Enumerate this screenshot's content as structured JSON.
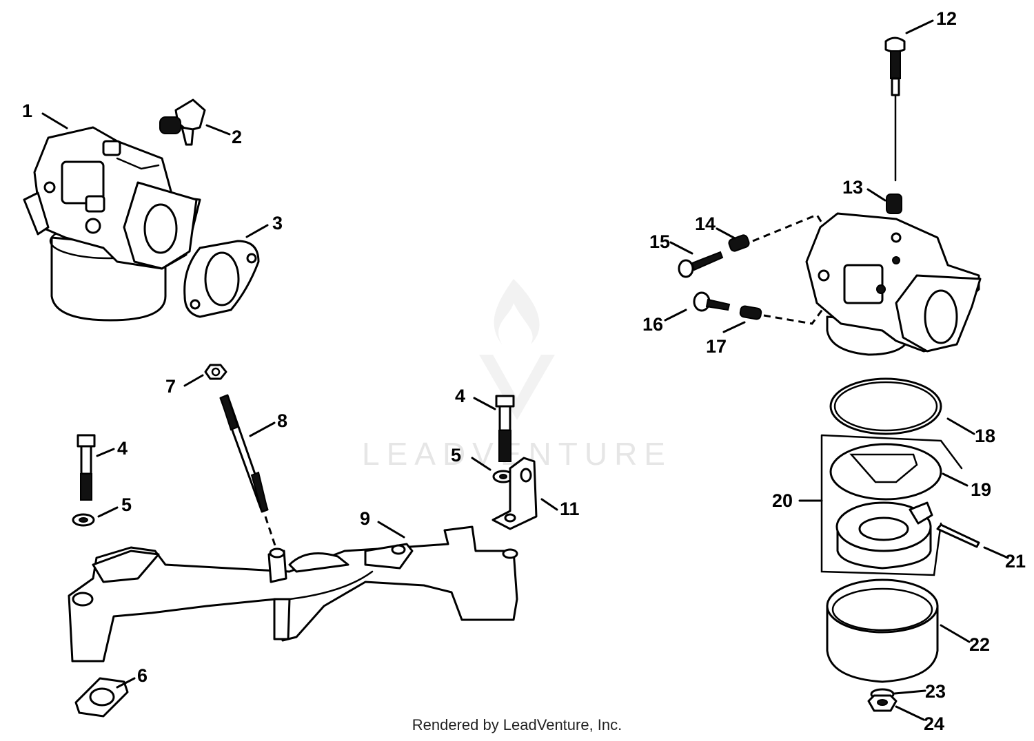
{
  "watermark": {
    "text": "LEADVENTURE"
  },
  "footer": {
    "credit": "Rendered by LeadVenture, Inc."
  },
  "callouts": {
    "c1": "1",
    "c2": "2",
    "c3": "3",
    "c4a": "4",
    "c4b": "4",
    "c5a": "5",
    "c5b": "5",
    "c6": "6",
    "c7": "7",
    "c8": "8",
    "c9": "9",
    "c11": "11",
    "c12": "12",
    "c13": "13",
    "c14": "14",
    "c15": "15",
    "c16": "16",
    "c17": "17",
    "c18": "18",
    "c19": "19",
    "c20": "20",
    "c21": "21",
    "c22": "22",
    "c23": "23",
    "c24": "24"
  }
}
